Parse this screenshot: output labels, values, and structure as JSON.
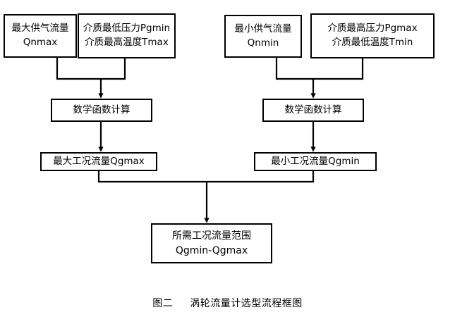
{
  "figure": {
    "caption_label": "图二",
    "caption_title": "涡轮流量计选型流程框图",
    "background_color": "#ffffff",
    "line_color": "#000000"
  },
  "nodes": {
    "qnmax": {
      "line1": "最大供气流量",
      "line2": "Qnmax"
    },
    "pgmin_tmax": {
      "line1": "介质最低压力Pgmin",
      "line2": "介质最高温度Tmax"
    },
    "qnmin": {
      "line1": "最小供气流量",
      "line2": "Qnmin"
    },
    "pgmax_tmin": {
      "line1": "介质最高压力Pgmax",
      "line2": "介质最低温度Tmin"
    },
    "calc_left": {
      "line1": "数学函数计算"
    },
    "calc_right": {
      "line1": "数学函数计算"
    },
    "qgmax": {
      "line1": "最大工况流量Qgmax"
    },
    "qgmin": {
      "line1": "最小工况流量Qgmin"
    },
    "range": {
      "line1": "所需工况流量范围",
      "line2": "Qgmin-Qgmax"
    }
  },
  "chart_data": {
    "type": "diagram",
    "title": "图二　涡轮流量计选型流程框图",
    "diagram_kind": "flowchart",
    "nodes": [
      {
        "id": "qnmax",
        "text": "最大供气流量 Qnmax",
        "row": 1
      },
      {
        "id": "pgmin_tmax",
        "text": "介质最低压力Pgmin 介质最高温度Tmax",
        "row": 1
      },
      {
        "id": "qnmin",
        "text": "最小供气流量 Qnmin",
        "row": 1
      },
      {
        "id": "pgmax_tmin",
        "text": "介质最高压力Pgmax 介质最低温度Tmin",
        "row": 1
      },
      {
        "id": "calc_left",
        "text": "数学函数计算",
        "row": 2
      },
      {
        "id": "calc_right",
        "text": "数学函数计算",
        "row": 2
      },
      {
        "id": "qgmax",
        "text": "最大工况流量Qgmax",
        "row": 3
      },
      {
        "id": "qgmin",
        "text": "最小工况流量Qgmin",
        "row": 3
      },
      {
        "id": "range",
        "text": "所需工况流量范围 Qgmin-Qgmax",
        "row": 4
      }
    ],
    "edges": [
      {
        "from": "qnmax",
        "to": "calc_left",
        "arrow": true
      },
      {
        "from": "pgmin_tmax",
        "to": "calc_left",
        "arrow": true
      },
      {
        "from": "qnmin",
        "to": "calc_right",
        "arrow": true
      },
      {
        "from": "pgmax_tmin",
        "to": "calc_right",
        "arrow": true
      },
      {
        "from": "calc_left",
        "to": "qgmax",
        "arrow": true
      },
      {
        "from": "calc_right",
        "to": "qgmin",
        "arrow": true
      },
      {
        "from": "qgmax",
        "to": "range",
        "arrow": true
      },
      {
        "from": "qgmin",
        "to": "range",
        "arrow": true
      }
    ]
  }
}
